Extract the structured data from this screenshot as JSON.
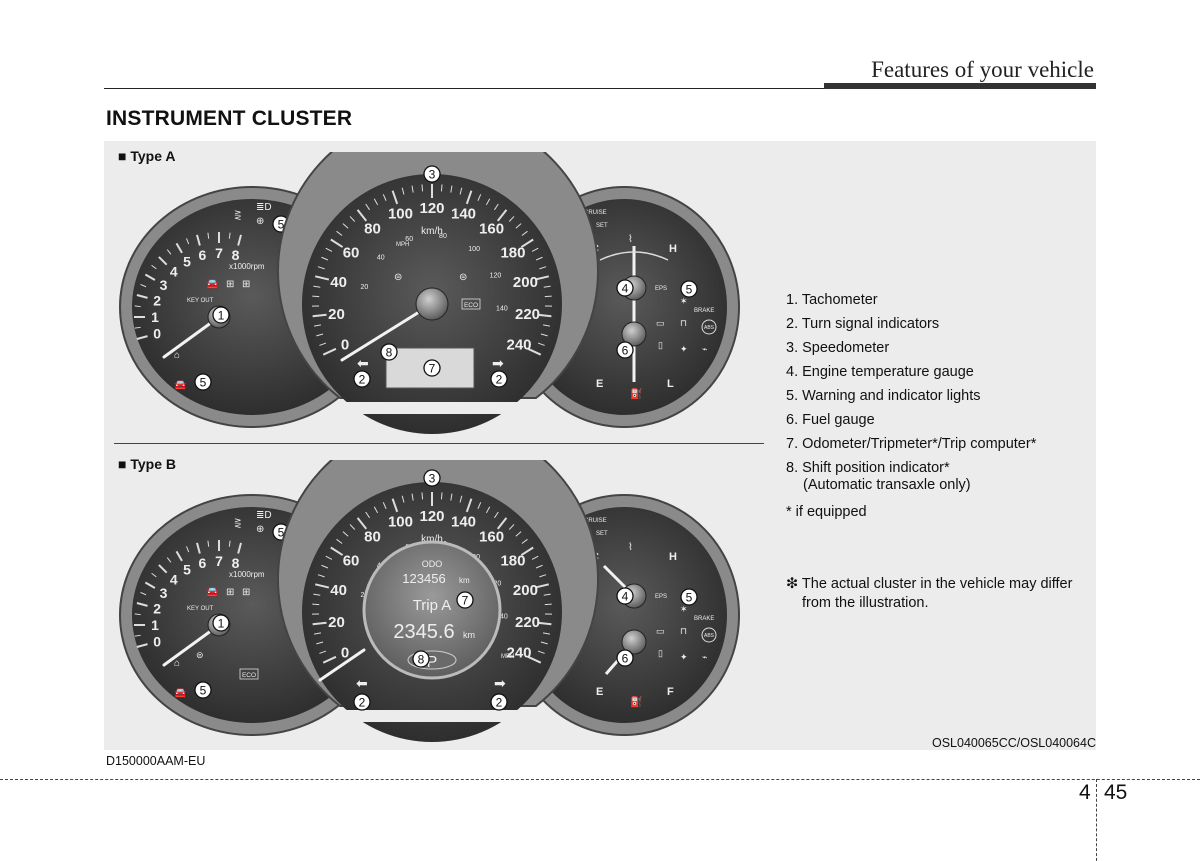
{
  "header": {
    "section": "Features of your vehicle"
  },
  "title": "INSTRUMENT CLUSTER",
  "type_a": {
    "label": "■ Type A"
  },
  "type_b": {
    "label": "■ Type B"
  },
  "gauge": {
    "tach_numbers": [
      "0",
      "1",
      "2",
      "3",
      "4",
      "5",
      "6",
      "7",
      "8"
    ],
    "tach_unit": "x1000rpm",
    "speed_numbers": [
      "0",
      "20",
      "40",
      "60",
      "80",
      "100",
      "120",
      "140",
      "160",
      "180",
      "200",
      "220",
      "240"
    ],
    "speed_inner": [
      "20",
      "40",
      "60",
      "80",
      "100",
      "120",
      "140"
    ],
    "speed_unit": "km/h",
    "mph": "MPH",
    "temp_c": "C",
    "temp_h": "H",
    "fuel_e": "E",
    "fuel_f": "F",
    "fuel_l": "L",
    "cruise": "CRUISE",
    "set": "SET",
    "eps": "EPS",
    "brake": "BRAKE",
    "abs": "ABS",
    "eco": "ECO",
    "key_out": "KEY\nOUT"
  },
  "callouts": {
    "n1": "1",
    "n2": "2",
    "n3": "3",
    "n4": "4",
    "n5": "5",
    "n6": "6",
    "n7": "7",
    "n8": "8"
  },
  "display_b": {
    "odo": "ODO",
    "odo_value": "123456",
    "odo_unit": "km",
    "trip": "Trip A",
    "trip_value": "2345.6",
    "trip_unit": "km",
    "gear": "P"
  },
  "legend": [
    "1. Tachometer",
    "2. Turn signal indicators",
    "3. Speedometer",
    "4. Engine temperature gauge",
    "5. Warning and indicator lights",
    "6. Fuel gauge",
    "7. Odometer/Tripmeter*/Trip computer*",
    "8. Shift position indicator*",
    "(Automatic transaxle only)",
    "* if equipped"
  ],
  "note": {
    "line1": "❇ The actual cluster in the vehicle may differ",
    "line2": "from the illustration."
  },
  "figure_code": "OSL040065CC/OSL040064C",
  "doc_code": "D150000AAM-EU",
  "page": {
    "chapter": "4",
    "number": "45"
  }
}
